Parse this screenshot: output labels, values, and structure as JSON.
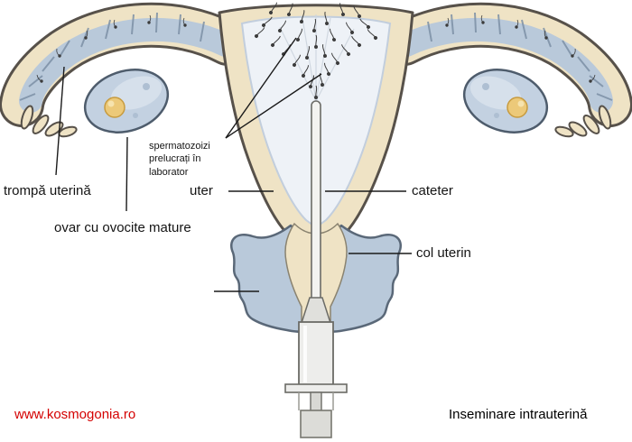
{
  "page": {
    "title": "Inseminare intrauterină",
    "website": "www.kosmogonia.ro"
  },
  "labels": {
    "fallopian_tube": "trompă uterină",
    "ovary": "ovar cu ovocite mature",
    "sperm": "spermatozoizi prelucrați în laborator",
    "uterus": "uter",
    "catheter": "cateter",
    "cervix": "col uterin"
  },
  "colors": {
    "body_cream": "#efe3c5",
    "tissue_blue": "#b9c9da",
    "tissue_blue_dark": "#7d90a6",
    "oocyte_yellow": "#ecc979",
    "outline": "#57514a",
    "website_red": "#d40000",
    "background": "#ffffff"
  }
}
